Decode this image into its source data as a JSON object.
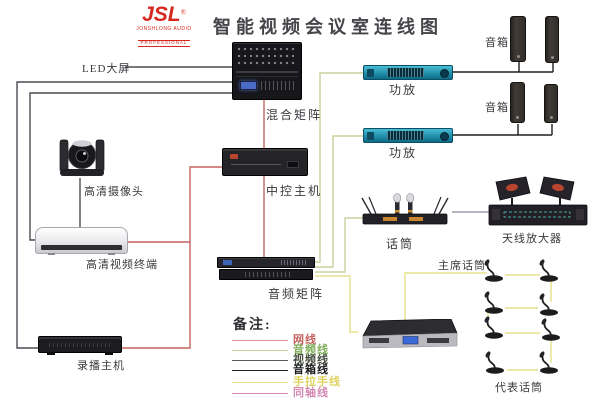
{
  "header": {
    "logo": {
      "brand": "JSL",
      "registered": "®",
      "sub1": "JONSHLONG AUDIO",
      "sub2": "PROFESSIONAL"
    },
    "title": "智能视频会议室连线图"
  },
  "devices": {
    "led_screen": {
      "label": "LED大屏"
    },
    "mixer_matrix": {
      "label": "混合矩阵"
    },
    "hd_camera": {
      "label": "高清摄像头"
    },
    "hd_video_terminal": {
      "label": "高清视频终端"
    },
    "recording_host": {
      "label": "录播主机"
    },
    "central_control_host": {
      "label": "中控主机"
    },
    "audio_matrix": {
      "label": "音频矩阵"
    },
    "amplifier_1": {
      "label": "功放"
    },
    "amplifier_2": {
      "label": "功放"
    },
    "speakers_1": {
      "label": "音箱"
    },
    "speakers_2": {
      "label": "音箱"
    },
    "wireless_mic": {
      "label": "话筒"
    },
    "antenna_amplifier": {
      "label": "天线放大器"
    },
    "chairman_mic": {
      "label": "主席话筒"
    },
    "delegate_mics": {
      "label": "代表话筒"
    }
  },
  "legend": {
    "title": "备注:",
    "items": [
      {
        "label": "网线",
        "color": "#c4635e"
      },
      {
        "label": "音频线",
        "color": "#7fae5a"
      },
      {
        "label": "视频线",
        "color": "#474f41"
      },
      {
        "label": "音箱线",
        "color": "#1a1a1a"
      },
      {
        "label": "手拉手线",
        "color": "#ddd35e"
      },
      {
        "label": "同轴线",
        "color": "#d489b4"
      }
    ]
  },
  "wire_colors": {
    "network": "#c4635e",
    "audio": "#c9d09e",
    "video": "#4a4a52",
    "speaker": "#1f1f1f",
    "conference": "#e7e08a",
    "coax": "#9aa0a8"
  }
}
